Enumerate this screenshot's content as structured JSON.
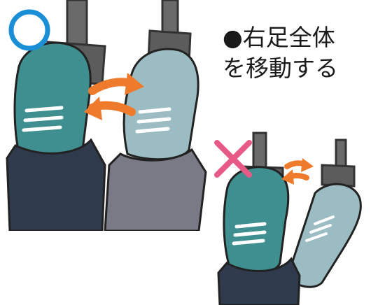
{
  "caption": {
    "line1": "●右足全体",
    "line2": "を移動する"
  },
  "marks": {
    "correct": "circle",
    "incorrect": "cross"
  },
  "colors": {
    "circle_mark": "#1a8fd6",
    "cross_mark": "#e85a86",
    "arrow": "#ee7a2c",
    "shoe_active": "#3f8f90",
    "shoe_inactive": "#9bbcc2",
    "pants_dark": "#2f3a4c",
    "pants_gray": "#7a7a86",
    "pedal": "#6a6a6a"
  }
}
